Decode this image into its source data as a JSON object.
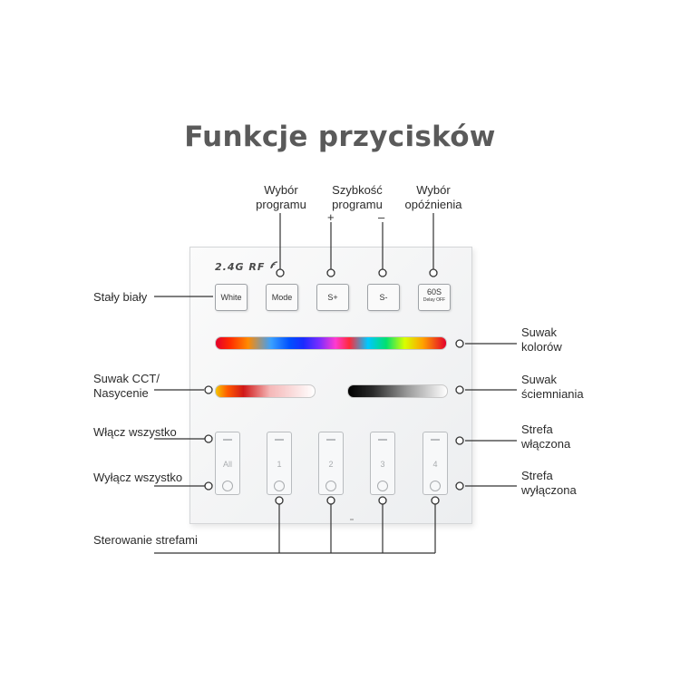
{
  "title": "Funkcje przycisków",
  "panel": {
    "rf_label": "2.4G RF",
    "buttons": {
      "white": "White",
      "mode": "Mode",
      "speed_up": "S+",
      "speed_down": "S-",
      "delay": "60S",
      "delay_sub": "Delay OFF"
    },
    "zones": [
      "All",
      "1",
      "2",
      "3",
      "4"
    ]
  },
  "labels": {
    "mode": [
      "Wybór",
      "programu"
    ],
    "speed": [
      "Szybkość",
      "programu"
    ],
    "speed_plus": "+",
    "speed_minus": "–",
    "delay": [
      "Wybór",
      "opóźnienia"
    ],
    "white": "Stały biały",
    "color_slider": [
      "Suwak",
      "kolorów"
    ],
    "cct_slider": [
      "Suwak CCT/",
      "Nasycenie"
    ],
    "dim_slider": [
      "Suwak",
      "ściemniania"
    ],
    "all_on": "Włącz wszystko",
    "all_off": "Wyłącz wszystko",
    "zone_on": [
      "Strefa",
      "włączona"
    ],
    "zone_off": [
      "Strefa",
      "wyłączona"
    ],
    "zone_control": "Sterowanie strefami"
  }
}
